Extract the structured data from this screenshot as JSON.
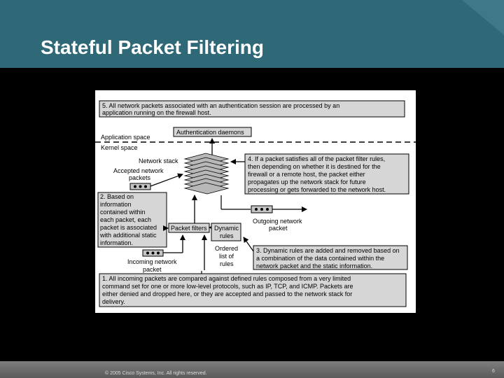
{
  "slide": {
    "title": "Stateful Packet Filtering",
    "copyright": "© 2005 Cisco Systems, Inc. All rights reserved.",
    "page_number": "6"
  },
  "diagram": {
    "step5": [
      "5. All network packets associated with an authentication session are processed by an",
      "application running on the firewall host."
    ],
    "auth_daemons": "Authentication daemons",
    "application_space": "Application space",
    "kernel_space": "Kernel space",
    "network_stack": "Network stack",
    "accepted_packets": [
      "Accepted network",
      "packets"
    ],
    "step4": [
      "4. If a packet satisfies all of the packet filter rules,",
      "then depending on whether it is destined for the",
      "firewall or a remote host, the packet either",
      "propagates up the network stack for future",
      "processing or gets forwarded to the network host."
    ],
    "step2": [
      "2. Based on",
      "information",
      "contained within",
      "each packet, each",
      "packet is associated",
      "with additional static",
      "information."
    ],
    "outgoing_packet": [
      "Outgoing network",
      "packet"
    ],
    "packet_filters": "Packet filters",
    "dynamic_rules": [
      "Dynamic",
      "rules"
    ],
    "ordered_rules": [
      "Ordered",
      "list of",
      "rules"
    ],
    "step3": [
      "3. Dynamic rules are added and removed based on",
      "a combination of the data contained within the",
      "network packet and the static information."
    ],
    "incoming_packet": [
      "Incoming network",
      "packet"
    ],
    "step1": [
      "1. All incoming packets are compared against defined rules composed from a very limited",
      "command set for one or more low-level protocols, such as IP, TCP, and ICMP.  Packets are",
      "either denied and dropped here, or they are accepted and passed to the network stack for",
      "delivery."
    ]
  }
}
